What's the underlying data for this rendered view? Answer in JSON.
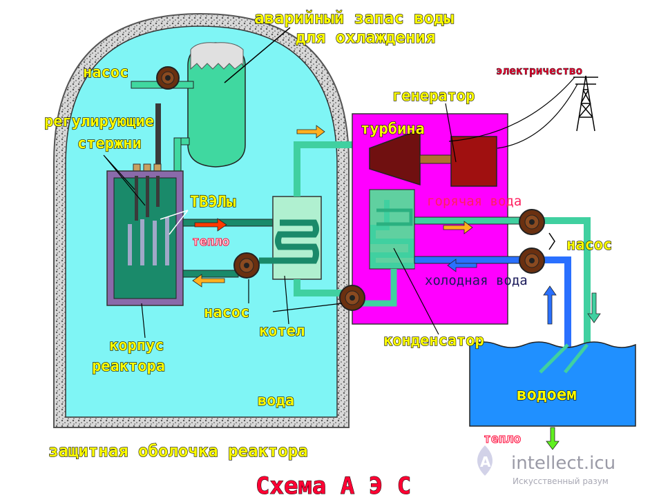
{
  "title": "Схема  А  Э  С",
  "labels": {
    "emergency_water_1": "аварийный запас воды",
    "emergency_water_2": "для охлаждения",
    "pump_top": "насос",
    "control_rods_1": "регулирующие",
    "control_rods_2": "стержни",
    "fuel_elements": "ТВЭЛы",
    "heat_reactor": "тепло",
    "pump_reactor": "насос",
    "boiler": "котел",
    "reactor_vessel_1": "корпус",
    "reactor_vessel_2": "реактора",
    "water": "вода",
    "containment": "защитная оболочка реактора",
    "electricity": "электричество",
    "generator": "генератор",
    "turbine": "турбина",
    "hot_water": "горячая вода",
    "pump_right": "насос",
    "cold_water": "холодная вода",
    "condenser": "конденсатор",
    "reservoir": "водоем",
    "heat_out": "тепло"
  },
  "watermark": {
    "brand": "intellect.icu",
    "tagline": "Искусственный разум"
  },
  "colors": {
    "containment_fill": "#7ff5f5",
    "containment_border": "#a0a0a0",
    "reactor_core": "#1a8a6a",
    "reactor_vessel": "#8a6aaa",
    "coolant_pipe": "#40d0a0",
    "turbine_hall": "#ff00ff",
    "turbine": "#701010",
    "generator": "#a01010",
    "reservoir": "#2090ff",
    "pump": "#6a3010",
    "title": "#ff0033"
  }
}
